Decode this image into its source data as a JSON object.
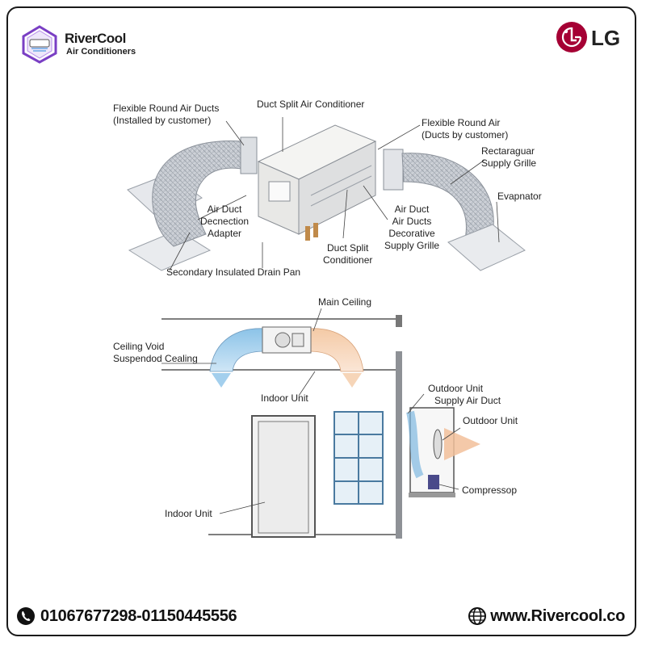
{
  "brand": {
    "name": "RiverCool",
    "subtitle": "Air Conditioners",
    "partner_logo_text": "LG",
    "partner_color": "#a50034"
  },
  "top_labels": {
    "flexible_ducts_left": "Flexible Round Air Ducts",
    "flexible_ducts_left_sub": "(Installed by customer)",
    "duct_split_ac": "Duct Split Air Conditioner",
    "flexible_ducts_right": "Flexible Round Air",
    "flexible_ducts_right_sub": "(Ducts by customer)",
    "rect_grille_1": "Rectaraguar",
    "rect_grille_2": "Supply Grille",
    "evaporator": "Evapnator",
    "air_duct_adapter_1": "Air Duct",
    "air_duct_adapter_2": "Decnection",
    "air_duct_adapter_3": "Adapter",
    "duct_split_cond_1": "Duct Split",
    "duct_split_cond_2": "Conditioner",
    "decor_grille_1": "Air Duct",
    "decor_grille_2": "Air Ducts",
    "decor_grille_3": "Decorative",
    "decor_grille_4": "Supply Grille",
    "drain_pan": "Secondary Insulated Drain Pan"
  },
  "bottom_labels": {
    "main_ceiling": "Main Ceiling",
    "ceiling_void_1": "Ceiling Void",
    "ceiling_void_2": "Suspendod Cealing",
    "indoor_unit_top": "Indoor Unit",
    "outdoor_supply_1": "Outdoor Unit",
    "outdoor_supply_2": "Supply Air Duct",
    "outdoor_unit": "Outdoor  Unit",
    "compressor": "Compressop",
    "indoor_unit_room": "Indoor Unit"
  },
  "footer": {
    "phones": "01067677298-01150445556",
    "website": "www.Rivercool.co"
  },
  "colors": {
    "cool_air": "#7fb8e0",
    "warm_air": "#f2c09a",
    "duct_silver": "#c8ccd2"
  },
  "icons": {
    "phone": "phone-icon",
    "globe": "globe-icon",
    "brand_logo": "rivercool-logo",
    "partner_logo": "lg-logo"
  }
}
